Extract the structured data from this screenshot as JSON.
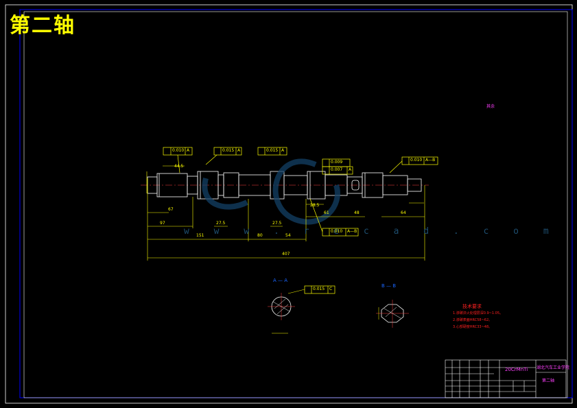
{
  "drawing": {
    "title": "第二轴",
    "watermark": "w w w . r e c a d . c o m",
    "material": "20CrMnTi",
    "school": "湖北汽车工业学院",
    "sheet_name": "第二轴",
    "rough_note": "其余"
  },
  "colors": {
    "background": "#000000",
    "frame": "#0000ff",
    "geometry": "#ffffff",
    "dimensions": "#ffff00",
    "notes": "#ff2020",
    "titleblock": "#ff40ff"
  },
  "tolerances": {
    "t1": "0.010",
    "t1d": "A",
    "t2": "0.015",
    "t2d": "A",
    "t3": "0.015",
    "t3d": "A",
    "t4": "0.009",
    "t5": "0.007",
    "t5d": "A",
    "t6": "0.010",
    "t6d": "A—B",
    "t7": "0.010",
    "t7d": "A—B",
    "t8": "0.015",
    "t8d": "C"
  },
  "dims": {
    "overall": "407",
    "d151": "151",
    "d97": "97",
    "d67": "67",
    "d80": "80",
    "d54": "54",
    "d61": "61",
    "d64": "64",
    "d48": "48",
    "d44": "44.5",
    "d275a": "27.5",
    "d275b": "27.5",
    "d285": "28.5"
  },
  "sections": {
    "aa": "A — A",
    "bb": "B — B"
  },
  "notes": {
    "heading": "技术要求",
    "lines": [
      "1.渗碳淬火处理层深0.9~1.05。",
      "2.渗碳表面HRC58~62。",
      "3.心部硬度HRC33~48。"
    ]
  }
}
